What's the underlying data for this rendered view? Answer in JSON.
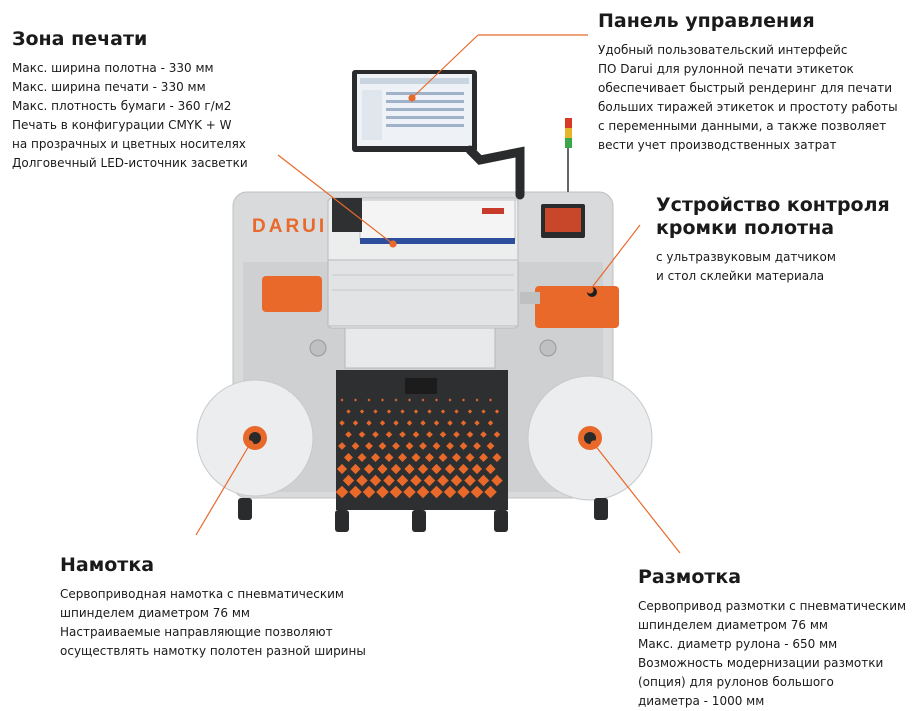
{
  "brand": "DARUI",
  "print_zone": {
    "title": "Зона печати",
    "lines": [
      "Макс. ширина полотна - 330 мм",
      "Макс. ширина печати - 330 мм",
      "Макс. плотность бумаги - 360 г/м2",
      "Печать в конфигурации CMYK + W",
      "на прозрачных и цветных носителях",
      "Долговечный LED-источник засветки"
    ]
  },
  "control_panel": {
    "title": "Панель управления",
    "lines": [
      "Удобный пользовательский интерфейс",
      "ПО Darui для рулонной печати этикеток",
      "обеспечивает быстрый рендеринг для печати",
      "больших тиражей этикеток и простоту работы",
      "с переменными данными, а также позволяет",
      "вести учет производственных затрат"
    ]
  },
  "edge_guide": {
    "title_line1": "Устройство контроля",
    "title_line2": "кромки полотна",
    "lines": [
      "с ультразвуковым датчиком",
      "и стол склейки материала"
    ]
  },
  "rewind": {
    "title": "Намотка",
    "lines": [
      "Сервоприводная намотка с пневматическим",
      "шпинделем диаметром 76 мм",
      "Настраиваемые направляющие позволяют",
      "осуществлять намотку полотен разной ширины"
    ]
  },
  "unwind": {
    "title": "Размотка",
    "lines": [
      "Сервопривод размотки с пневматическим",
      "шпинделем диаметром 76 мм",
      "Макс. диаметр рулона - 650 мм",
      "Возможность модернизации размотки",
      "(опция) для рулонов большого",
      "диаметра - 1000 мм"
    ]
  },
  "colors": {
    "accent": "#e8692a",
    "frame": "#d8d9db",
    "dark": "#3a3b3d",
    "brand": "#e8692a"
  }
}
